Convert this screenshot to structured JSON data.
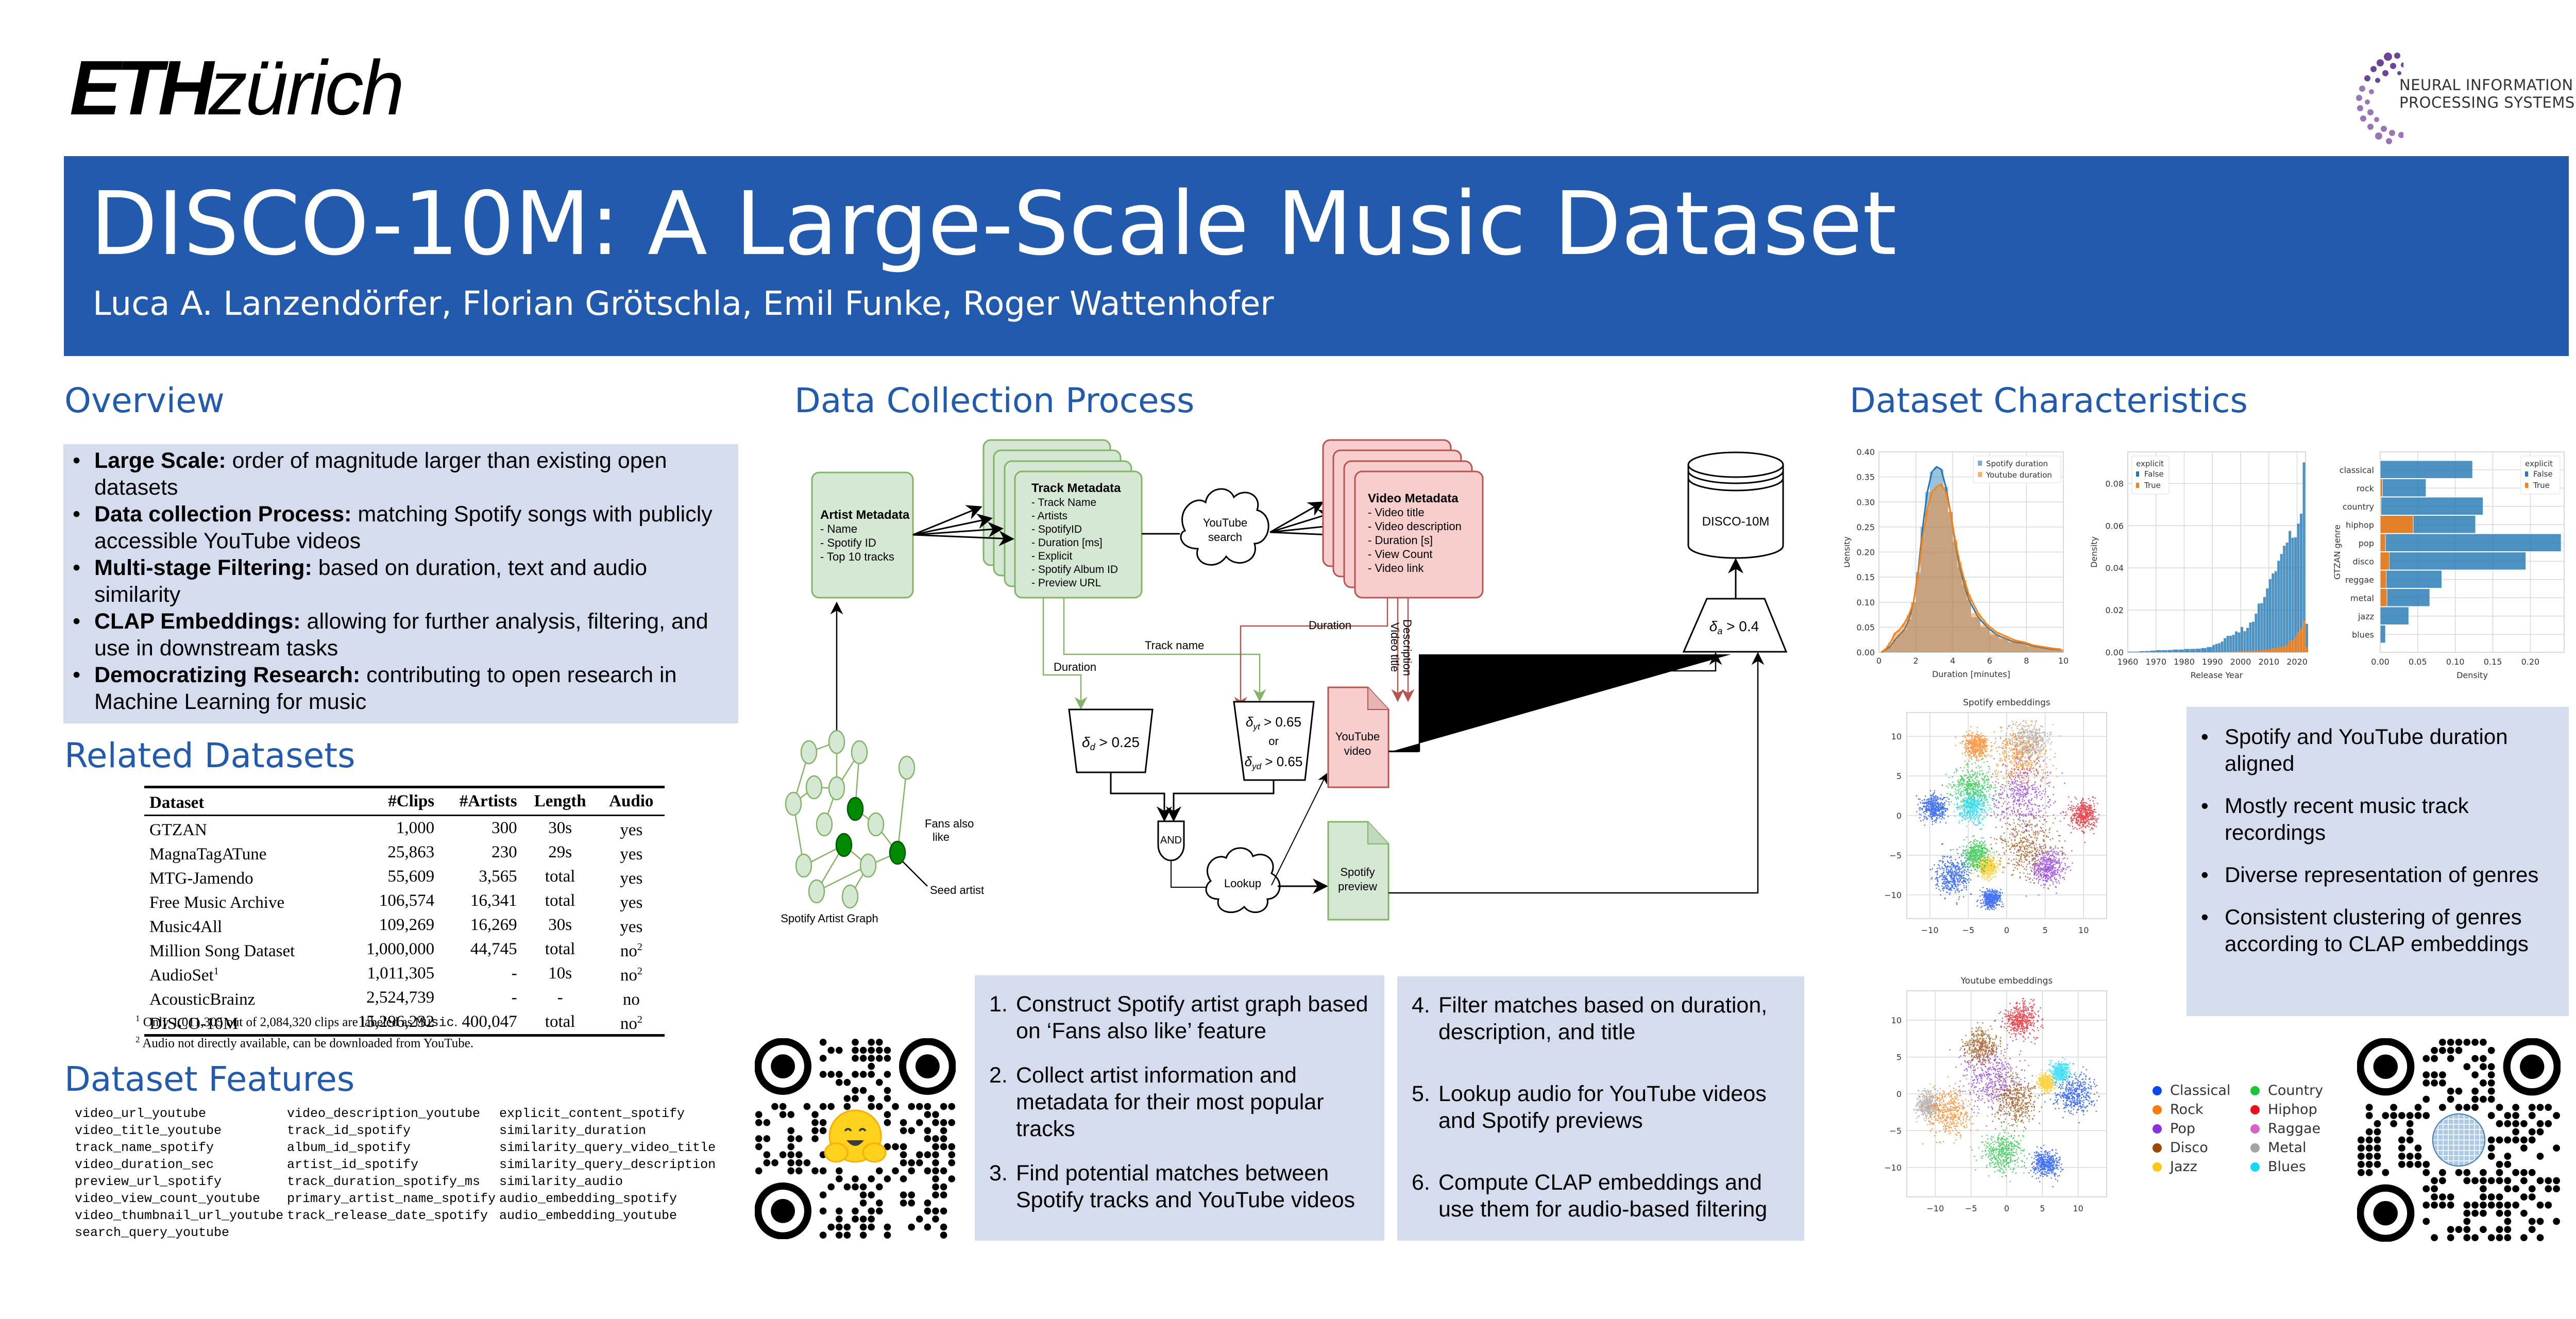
{
  "header": {
    "eth_logo_bold": "ETH",
    "eth_logo_light": "zürich",
    "neurips_line1": "NEURAL INFORMATION",
    "neurips_line2": "PROCESSING SYSTEMS",
    "title": "DISCO-10M: A Large-Scale Music Dataset",
    "authors": "Luca A. Lanzendörfer, Florian Grötschla, Emil Funke, Roger Wattenhofer",
    "banner_color": "#225aad"
  },
  "overview": {
    "heading": "Overview",
    "items": [
      {
        "bold": "Large Scale:",
        "text": " order of magnitude larger than existing open datasets"
      },
      {
        "bold": "Data collection Process:",
        "text": " matching Spotify songs with publicly accessible YouTube videos"
      },
      {
        "bold": "Multi-stage Filtering:",
        "text": " based on duration, text and audio similarity"
      },
      {
        "bold": "CLAP Embeddings:",
        "text": " allowing for further analysis, filtering, and use in downstream tasks"
      },
      {
        "bold": "Democratizing Research:",
        "text": " contributing to open research in Machine Learning for music"
      }
    ]
  },
  "related": {
    "heading": "Related Datasets",
    "columns": [
      "Dataset",
      "#Clips",
      "#Artists",
      "Length",
      "Audio"
    ],
    "rows": [
      {
        "name": "GTZAN",
        "sup": "",
        "clips": "1,000",
        "artists": "300",
        "length": "30s",
        "audio": "yes",
        "audio_sup": ""
      },
      {
        "name": "MagnaTagATune",
        "sup": "",
        "clips": "25,863",
        "artists": "230",
        "length": "29s",
        "audio": "yes",
        "audio_sup": ""
      },
      {
        "name": "MTG-Jamendo",
        "sup": "",
        "clips": "55,609",
        "artists": "3,565",
        "length": "total",
        "audio": "yes",
        "audio_sup": ""
      },
      {
        "name": "Free Music Archive",
        "sup": "",
        "clips": "106,574",
        "artists": "16,341",
        "length": "total",
        "audio": "yes",
        "audio_sup": ""
      },
      {
        "name": "Music4All",
        "sup": "",
        "clips": "109,269",
        "artists": "16,269",
        "length": "30s",
        "audio": "yes",
        "audio_sup": ""
      },
      {
        "name": "Million Song Dataset",
        "sup": "",
        "clips": "1,000,000",
        "artists": "44,745",
        "length": "total",
        "audio": "no",
        "audio_sup": "2"
      },
      {
        "name": "AudioSet",
        "sup": "1",
        "clips": "1,011,305",
        "artists": "-",
        "length": "10s",
        "audio": "no",
        "audio_sup": "2"
      },
      {
        "name": "AcousticBrainz",
        "sup": "",
        "clips": "2,524,739",
        "artists": "-",
        "length": "-",
        "audio": "no",
        "audio_sup": ""
      },
      {
        "name": "DISCO-10M",
        "sup": "",
        "clips": "15,296,232",
        "artists": "400,047",
        "length": "total",
        "audio": "no",
        "audio_sup": "2"
      }
    ],
    "footnote1_num": "1",
    "footnote1_pre": "Only 1,011,305 out of 2,084,320 clips are labeled as ",
    "footnote1_code": "Music",
    "footnote1_post": ".",
    "footnote2_num": "2",
    "footnote2": "Audio not directly available, can be downloaded from YouTube."
  },
  "features": {
    "heading": "Dataset Features",
    "columns": [
      [
        "video_url_youtube",
        "video_title_youtube",
        "track_name_spotify",
        "video_duration_sec",
        "preview_url_spotify",
        "video_view_count_youtube",
        "video_thumbnail_url_youtube",
        "search_query_youtube"
      ],
      [
        "video_description_youtube",
        "track_id_spotify",
        "album_id_spotify",
        "artist_id_spotify",
        "track_duration_spotify_ms",
        "primary_artist_name_spotify",
        "track_release_date_spotify"
      ],
      [
        "explicit_content_spotify",
        "similarity_duration",
        "similarity_query_video_title",
        "similarity_query_description",
        "similarity_audio",
        "audio_embedding_spotify",
        "audio_embedding_youtube"
      ]
    ]
  },
  "process": {
    "heading": "Data Collection Process",
    "artist_box": {
      "title": "Artist Metadata",
      "items": [
        "- Name",
        "- Spotify ID",
        "- Top 10 tracks"
      ]
    },
    "track_box": {
      "title": "Track Metadata",
      "items": [
        "- Track Name",
        "- Artists",
        "- SpotifyID",
        "- Duration [ms]",
        "- Explicit",
        "- Spotify Album ID",
        "- Preview URL"
      ]
    },
    "youtube_search": [
      "YouTube",
      "search"
    ],
    "video_box": {
      "title": "Video Metadata",
      "items": [
        "- Video title",
        "- Video description",
        "- Duration [s]",
        "- View Count",
        "- Video link"
      ]
    },
    "db_label": "DISCO-10M",
    "edge_labels": {
      "duration_green": "Duration",
      "track_name": "Track name",
      "duration_red": "Duration",
      "video_title": "Video title",
      "description": "Description"
    },
    "filter_duration": {
      "sym": "δ",
      "sub": "d",
      "rest": " > 0.25"
    },
    "filter_text": {
      "line1_sub": "yt",
      "line1_rest": " > 0.65",
      "or": "or",
      "line2_sub": "yd",
      "line2_rest": " > 0.65"
    },
    "filter_audio": {
      "sub": "a",
      "rest": " > 0.4"
    },
    "and_gate": "AND",
    "lookup": "Lookup",
    "youtube_video": [
      "YouTube",
      "video"
    ],
    "spotify_preview": [
      "Spotify",
      "preview"
    ],
    "graph_label": "Spotify Artist Graph",
    "fans_also_like": [
      "Fans also",
      "like"
    ],
    "seed_artist": "Seed artist",
    "steps_left": [
      {
        "num": "1.",
        "text": "Construct Spotify artist graph based on ‘Fans also like’ feature"
      },
      {
        "num": "2.",
        "text": "Collect artist information and metadata for their most popular tracks"
      },
      {
        "num": "3.",
        "text": "Find potential matches between Spotify tracks and YouTube videos"
      }
    ],
    "steps_right": [
      {
        "num": "4.",
        "text": "Filter matches based on duration, description, and title"
      },
      {
        "num": "5.",
        "text": "Lookup audio for YouTube videos and Spotify previews"
      },
      {
        "num": "6.",
        "text": "Compute CLAP embeddings and use them for audio-based filtering"
      }
    ]
  },
  "characteristics": {
    "heading": "Dataset Characteristics",
    "bullets": [
      "Spotify and YouTube duration aligned",
      "Mostly recent music track recordings",
      "Diverse representation of genres",
      "Consistent clustering of genres according to CLAP embeddings"
    ],
    "genre_legend": [
      {
        "label": "Classical",
        "color": "#0a48f5"
      },
      {
        "label": "Country",
        "color": "#1ac43b"
      },
      {
        "label": "Rock",
        "color": "#ff7b0e"
      },
      {
        "label": "Hiphop",
        "color": "#e8111b"
      },
      {
        "label": "Pop",
        "color": "#8c2ee0"
      },
      {
        "label": "Raggae",
        "color": "#d861c4"
      },
      {
        "label": "Disco",
        "color": "#9b4a05"
      },
      {
        "label": "Metal",
        "color": "#a3a3a3"
      },
      {
        "label": "Jazz",
        "color": "#ffc612"
      },
      {
        "label": "Blues",
        "color": "#14d8f6"
      }
    ]
  },
  "chart_data": [
    {
      "type": "bar",
      "title": "",
      "xlabel": "Duration [minutes]",
      "ylabel": "Density",
      "xlim": [
        0,
        10
      ],
      "ylim": [
        0,
        0.4
      ],
      "xticks": [
        0,
        2,
        4,
        6,
        8,
        10
      ],
      "yticks": [
        "0.00",
        "0.05",
        "0.10",
        "0.15",
        "0.20",
        "0.25",
        "0.30",
        "0.35",
        "0.40"
      ],
      "grid": true,
      "legend": "top-right",
      "x": [
        0.25,
        0.5,
        0.75,
        1.0,
        1.25,
        1.5,
        1.75,
        2.0,
        2.25,
        2.5,
        2.75,
        3.0,
        3.25,
        3.5,
        3.75,
        4.0,
        4.25,
        4.5,
        4.75,
        5.0,
        5.5,
        6.0,
        6.5,
        7.0,
        7.5,
        8.0,
        8.5,
        9.0,
        9.5,
        10.0
      ],
      "series": [
        {
          "name": "Spotify duration",
          "color": "#1f77b4",
          "values": [
            0.0,
            0.005,
            0.012,
            0.025,
            0.035,
            0.045,
            0.065,
            0.1,
            0.16,
            0.25,
            0.32,
            0.36,
            0.37,
            0.365,
            0.33,
            0.28,
            0.22,
            0.17,
            0.135,
            0.105,
            0.07,
            0.05,
            0.035,
            0.027,
            0.02,
            0.018,
            0.012,
            0.009,
            0.006,
            0.005
          ]
        },
        {
          "name": "Youtube duration",
          "color": "#ff7f0e",
          "values": [
            0.0,
            0.007,
            0.02,
            0.038,
            0.045,
            0.058,
            0.075,
            0.1,
            0.155,
            0.23,
            0.285,
            0.32,
            0.33,
            0.335,
            0.32,
            0.28,
            0.225,
            0.18,
            0.145,
            0.115,
            0.078,
            0.055,
            0.04,
            0.032,
            0.024,
            0.02,
            0.014,
            0.011,
            0.008,
            0.006
          ]
        }
      ]
    },
    {
      "type": "bar",
      "title": "",
      "xlabel": "Release Year",
      "ylabel": "Density",
      "xlim": [
        1960,
        2023
      ],
      "ylim": [
        0,
        0.095
      ],
      "xticks": [
        1960,
        1970,
        1980,
        1990,
        2000,
        2010,
        2020
      ],
      "yticks": [
        "0.00",
        "0.02",
        "0.04",
        "0.06",
        "0.08"
      ],
      "grid": true,
      "legend_title": "explicit",
      "legend": "top-left",
      "stacked": true,
      "x": [
        1960,
        1962,
        1964,
        1966,
        1968,
        1970,
        1972,
        1974,
        1976,
        1978,
        1980,
        1982,
        1984,
        1986,
        1988,
        1990,
        1991,
        1992,
        1993,
        1994,
        1995,
        1996,
        1997,
        1998,
        1999,
        2000,
        2001,
        2002,
        2003,
        2004,
        2005,
        2006,
        2007,
        2008,
        2009,
        2010,
        2011,
        2012,
        2013,
        2014,
        2015,
        2016,
        2017,
        2018,
        2019,
        2020,
        2021,
        2022,
        2023
      ],
      "series": [
        {
          "name": "False",
          "color": "#1f77b4",
          "values": [
            0.0003,
            0.0003,
            0.0005,
            0.0006,
            0.0008,
            0.001,
            0.001,
            0.0011,
            0.0013,
            0.0013,
            0.0016,
            0.0016,
            0.0017,
            0.002,
            0.0025,
            0.0035,
            0.004,
            0.0042,
            0.005,
            0.0065,
            0.0075,
            0.0075,
            0.008,
            0.0095,
            0.009,
            0.0115,
            0.0095,
            0.011,
            0.0135,
            0.0138,
            0.0175,
            0.0222,
            0.0223,
            0.025,
            0.029,
            0.033,
            0.0355,
            0.0365,
            0.041,
            0.044,
            0.0475,
            0.0485,
            0.052,
            0.0485,
            0.047,
            0.0515,
            0.0545,
            0.075,
            0.011
          ]
        },
        {
          "name": "True",
          "color": "#ff7f0e",
          "values": [
            0,
            0,
            0,
            0,
            0,
            0,
            0,
            0,
            0,
            0,
            0,
            0,
            0,
            0,
            0,
            0,
            0,
            0.0001,
            0.0001,
            0.0002,
            0.0003,
            0.0003,
            0.0003,
            0.0004,
            0.0004,
            0.0005,
            0.0005,
            0.0006,
            0.0006,
            0.0007,
            0.0008,
            0.0009,
            0.001,
            0.0012,
            0.0013,
            0.0017,
            0.0019,
            0.0019,
            0.0024,
            0.0026,
            0.003,
            0.0035,
            0.0055,
            0.0058,
            0.0075,
            0.0095,
            0.0112,
            0.015,
            0.0025
          ]
        }
      ]
    },
    {
      "type": "bar",
      "orientation": "horizontal",
      "title": "",
      "xlabel": "Density",
      "ylabel": "GTZAN genre",
      "xlim": [
        0,
        0.245
      ],
      "xticks": [
        "0.00",
        "0.05",
        "0.10",
        "0.15",
        "0.20"
      ],
      "grid": true,
      "legend_title": "explicit",
      "legend": "top-right",
      "categories": [
        "classical",
        "rock",
        "country",
        "hiphop",
        "pop",
        "disco",
        "reggae",
        "metal",
        "jazz",
        "blues"
      ],
      "series": [
        {
          "name": "False",
          "color": "#1f77b4",
          "values": [
            0.123,
            0.058,
            0.136,
            0.083,
            0.234,
            0.182,
            0.074,
            0.057,
            0.038,
            0.007
          ]
        },
        {
          "name": "True",
          "color": "#ff7f0e",
          "values": [
            0.0,
            0.003,
            0.001,
            0.044,
            0.007,
            0.012,
            0.008,
            0.009,
            0.0,
            0.0
          ]
        }
      ]
    },
    {
      "type": "scatter",
      "title": "Spotify embeddings",
      "xlim": [
        -13,
        13
      ],
      "ylim": [
        -13,
        13
      ],
      "xticks": [
        -10,
        -5,
        0,
        5,
        10
      ],
      "yticks": [
        10,
        5,
        0,
        -5,
        -10
      ],
      "grid": true,
      "clusters": [
        {
          "genre": "Metal",
          "cx": 3,
          "cy": 9.5,
          "spread": 2.2
        },
        {
          "genre": "Rock",
          "cx": 1.5,
          "cy": 7.5,
          "spread": 3
        },
        {
          "genre": "Rock",
          "cx": -4,
          "cy": 8.8,
          "spread": 1.3
        },
        {
          "genre": "Pop",
          "cx": 2,
          "cy": 2.5,
          "spread": 3.5
        },
        {
          "genre": "Country",
          "cx": -4.5,
          "cy": 3.5,
          "spread": 2.2
        },
        {
          "genre": "Blues",
          "cx": -4.5,
          "cy": 1,
          "spread": 1.6
        },
        {
          "genre": "Classical",
          "cx": -9.5,
          "cy": 1,
          "spread": 1.3
        },
        {
          "genre": "Classical",
          "cx": -7,
          "cy": -7.5,
          "spread": 2
        },
        {
          "genre": "Classical",
          "cx": -2,
          "cy": -10.5,
          "spread": 1
        },
        {
          "genre": "Hiphop",
          "cx": 10,
          "cy": 0,
          "spread": 1.5
        },
        {
          "genre": "Disco",
          "cx": 2.5,
          "cy": -4,
          "spread": 3
        },
        {
          "genre": "Jazz",
          "cx": -2.5,
          "cy": -6.5,
          "spread": 1.1
        },
        {
          "genre": "Country",
          "cx": -4,
          "cy": -5,
          "spread": 1.5
        },
        {
          "genre": "Pop",
          "cx": 5.5,
          "cy": -6.5,
          "spread": 1.8
        }
      ]
    },
    {
      "type": "scatter",
      "title": "Youtube embeddings",
      "xlim": [
        -14,
        14
      ],
      "ylim": [
        -14,
        14
      ],
      "xticks": [
        -10,
        -5,
        0,
        5,
        10
      ],
      "yticks": [
        10,
        5,
        0,
        -5,
        -10
      ],
      "grid": true,
      "clusters": [
        {
          "genre": "Hiphop",
          "cx": 2,
          "cy": 10,
          "spread": 2
        },
        {
          "genre": "Disco",
          "cx": -3.5,
          "cy": 6.5,
          "spread": 2
        },
        {
          "genre": "Pop",
          "cx": -2,
          "cy": 2,
          "spread": 3.5
        },
        {
          "genre": "Metal",
          "cx": -11,
          "cy": -1.5,
          "spread": 1.5
        },
        {
          "genre": "Rock",
          "cx": -8,
          "cy": -2.5,
          "spread": 2.5
        },
        {
          "genre": "Country",
          "cx": -0.5,
          "cy": -8,
          "spread": 2.3
        },
        {
          "genre": "Classical",
          "cx": 9.5,
          "cy": 0,
          "spread": 2.2
        },
        {
          "genre": "Classical",
          "cx": 5.5,
          "cy": -9.5,
          "spread": 1.5
        },
        {
          "genre": "Jazz",
          "cx": 5.5,
          "cy": 1.5,
          "spread": 0.9
        },
        {
          "genre": "Blues",
          "cx": 7.5,
          "cy": 3,
          "spread": 1.1
        },
        {
          "genre": "Disco",
          "cx": 1.5,
          "cy": -1,
          "spread": 2.5
        }
      ]
    }
  ]
}
